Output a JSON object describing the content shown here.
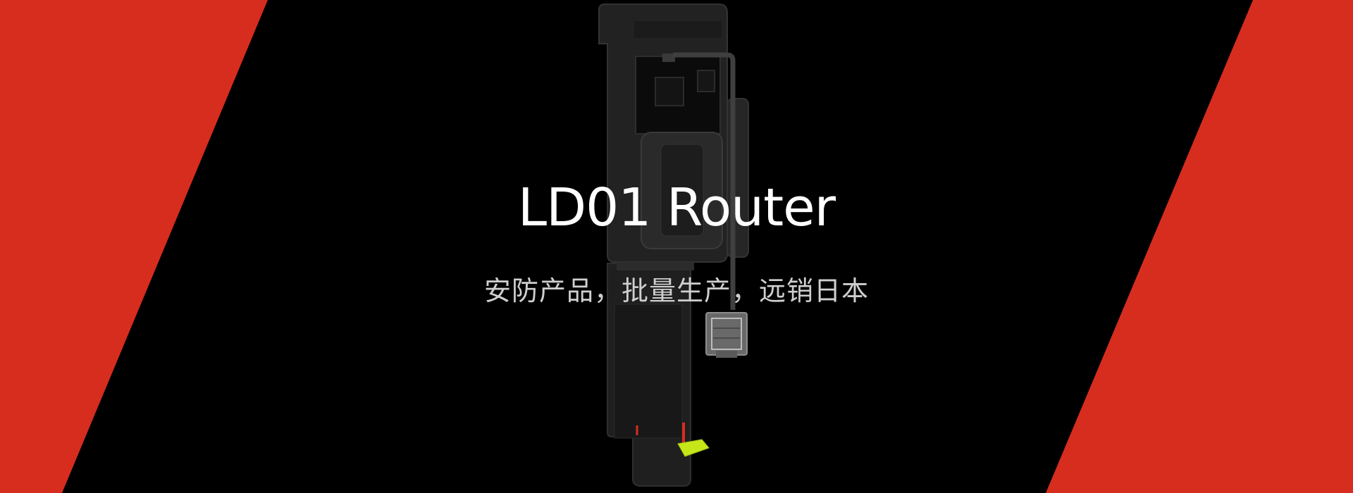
{
  "banner": {
    "title": "LD01 Router",
    "subtitle": "安防产品，批量生产，远销日本",
    "product_image": "ld01-router-device"
  },
  "colors": {
    "background": "#000000",
    "accent": "#d72d1e",
    "title": "#ffffff",
    "subtitle": "#cfcfcf",
    "device_body": "#232323",
    "connector_highlight": "#c6e61a"
  }
}
